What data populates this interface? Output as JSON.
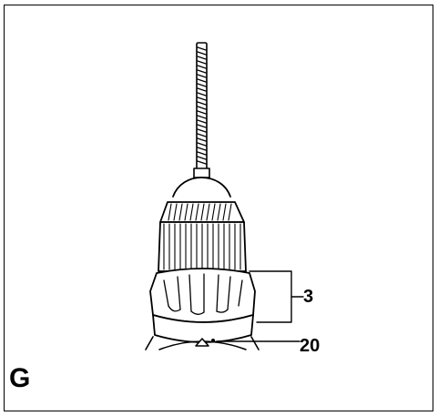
{
  "figure": {
    "letter": "G",
    "callouts": {
      "part_a": "3",
      "part_b": "20"
    },
    "colors": {
      "ink": "#000000",
      "paper": "#ffffff"
    }
  }
}
